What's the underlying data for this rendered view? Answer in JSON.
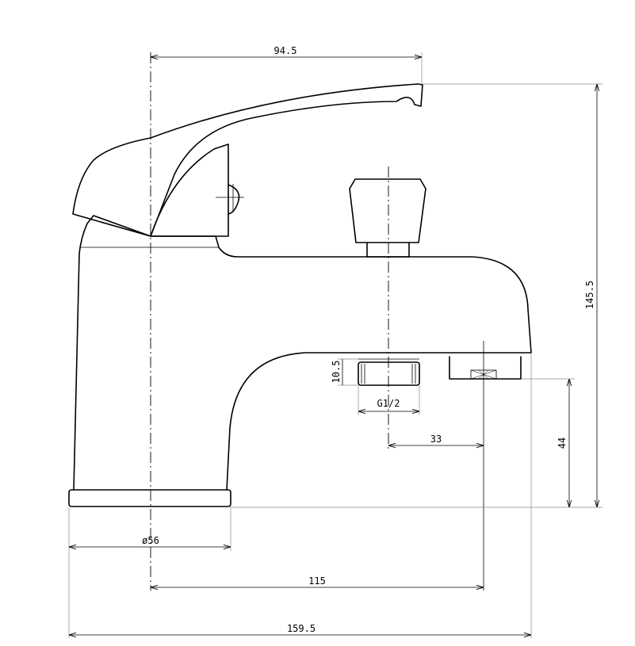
{
  "dimensions": {
    "handle_reach": "94.5",
    "total_height": "145.5",
    "connection_length": "10.5",
    "thread": "G1/2",
    "connector_offset": "33",
    "spout_height": "44",
    "base_diameter": "ø56",
    "spout_projection": "115",
    "overall_length": "159.5"
  }
}
